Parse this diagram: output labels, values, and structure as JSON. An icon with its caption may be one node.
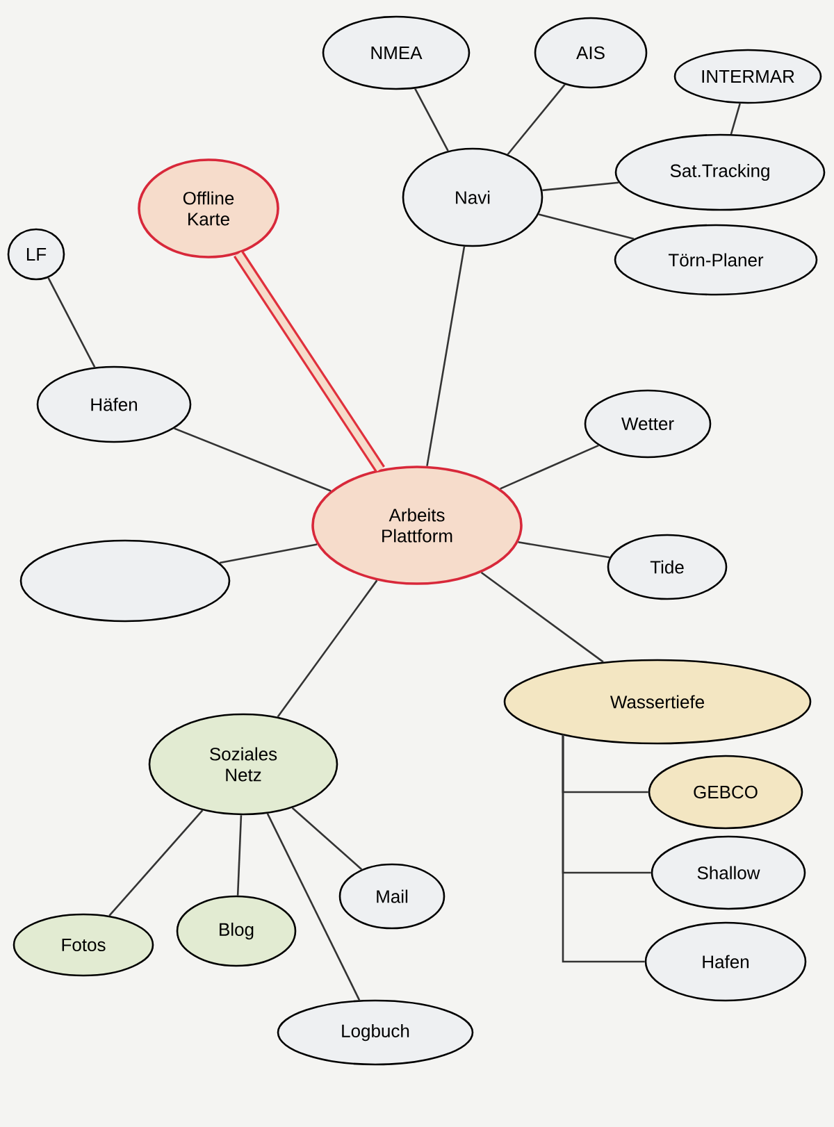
{
  "diagram": {
    "nodes": [
      {
        "text": [
          "Arbeits Plattform"
        ]
      },
      {
        "text": [
          "Offline Karte"
        ]
      },
      {
        "text": [
          "Navi"
        ]
      },
      {
        "text": [
          "NMEA"
        ]
      },
      {
        "text": [
          "AIS"
        ]
      },
      {
        "text": [
          "INTERMAR"
        ]
      },
      {
        "text": [
          "Sat.Tracking"
        ]
      },
      {
        "text": [
          "Törn-Planer"
        ]
      },
      {
        "text": [
          "LF"
        ]
      },
      {
        "text": [
          "Häfen"
        ]
      },
      {
        "text": [
          "Wetter"
        ]
      },
      {
        "text": [
          "Tide"
        ]
      },
      {
        "text": [],
        "shape": "ellipse"
      },
      {
        "text": [
          "Wassertiefe"
        ]
      },
      {
        "text": [
          "GEBCO"
        ]
      },
      {
        "text": [
          "Shallow"
        ]
      },
      {
        "text": [
          "Hafen"
        ]
      },
      {
        "text": [
          "Soziales Netz"
        ]
      },
      {
        "text": [
          "Fotos"
        ]
      },
      {
        "text": [
          "Blog"
        ]
      },
      {
        "text": [
          "Mail"
        ]
      },
      {
        "text": [
          "Logbuch"
        ]
      }
    ],
    "edges": [
      {
        "from": 0,
        "to": 1,
        "arrow": "none",
        "style": "thick",
        "color": "#e0303c"
      },
      {
        "from": 0,
        "to": 2,
        "arrow": "none"
      },
      {
        "from": 2,
        "to": 3,
        "arrow": "none"
      },
      {
        "from": 2,
        "to": 4,
        "arrow": "none"
      },
      {
        "from": 2,
        "to": 6,
        "arrow": "none"
      },
      {
        "from": 6,
        "to": 5,
        "arrow": "none"
      },
      {
        "from": 2,
        "to": 7,
        "arrow": "none"
      },
      {
        "from": 9,
        "to": 8,
        "arrow": "none"
      },
      {
        "from": 0,
        "to": 9,
        "arrow": "none"
      },
      {
        "from": 0,
        "to": 12,
        "arrow": "none"
      },
      {
        "from": 0,
        "to": 10,
        "arrow": "none"
      },
      {
        "from": 0,
        "to": 11,
        "arrow": "none"
      },
      {
        "from": 0,
        "to": 13,
        "arrow": "none"
      },
      {
        "from": 13,
        "to": 14,
        "arrow": "none"
      },
      {
        "from": 13,
        "to": 15,
        "arrow": "none"
      },
      {
        "from": 13,
        "to": 16,
        "arrow": "none"
      },
      {
        "from": 0,
        "to": 17,
        "arrow": "none"
      },
      {
        "from": 17,
        "to": 18,
        "arrow": "none"
      },
      {
        "from": 17,
        "to": 19,
        "arrow": "none"
      },
      {
        "from": 17,
        "to": 20,
        "arrow": "none"
      },
      {
        "from": 17,
        "to": 21,
        "arrow": "none"
      }
    ]
  }
}
